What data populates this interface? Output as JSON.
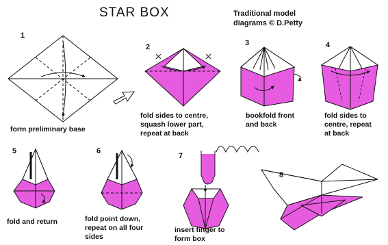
{
  "title": "STAR BOX",
  "credit": [
    "Traditional model",
    "diagrams © D.Petty"
  ],
  "steps": [
    {
      "number": "1",
      "caption": [
        "form preliminary base"
      ]
    },
    {
      "number": "2",
      "caption": [
        "fold sides to centre,",
        "squash lower part,",
        "repeat at back"
      ]
    },
    {
      "number": "3",
      "caption": [
        "bookfold front",
        "and back"
      ]
    },
    {
      "number": "4",
      "caption": [
        "fold sides to",
        "centre, repeat",
        "at back"
      ]
    },
    {
      "number": "5",
      "caption": [
        "fold and return"
      ]
    },
    {
      "number": "6",
      "caption": [
        "fold point down,",
        "repeat on all four",
        "sides"
      ]
    },
    {
      "number": "7",
      "caption": [
        "insert finger to",
        "form box"
      ]
    },
    {
      "number": "8",
      "caption": []
    }
  ],
  "colors": {
    "paper_colored": "#e75be0",
    "paper_white": "#ffffff",
    "line": "#111111"
  }
}
